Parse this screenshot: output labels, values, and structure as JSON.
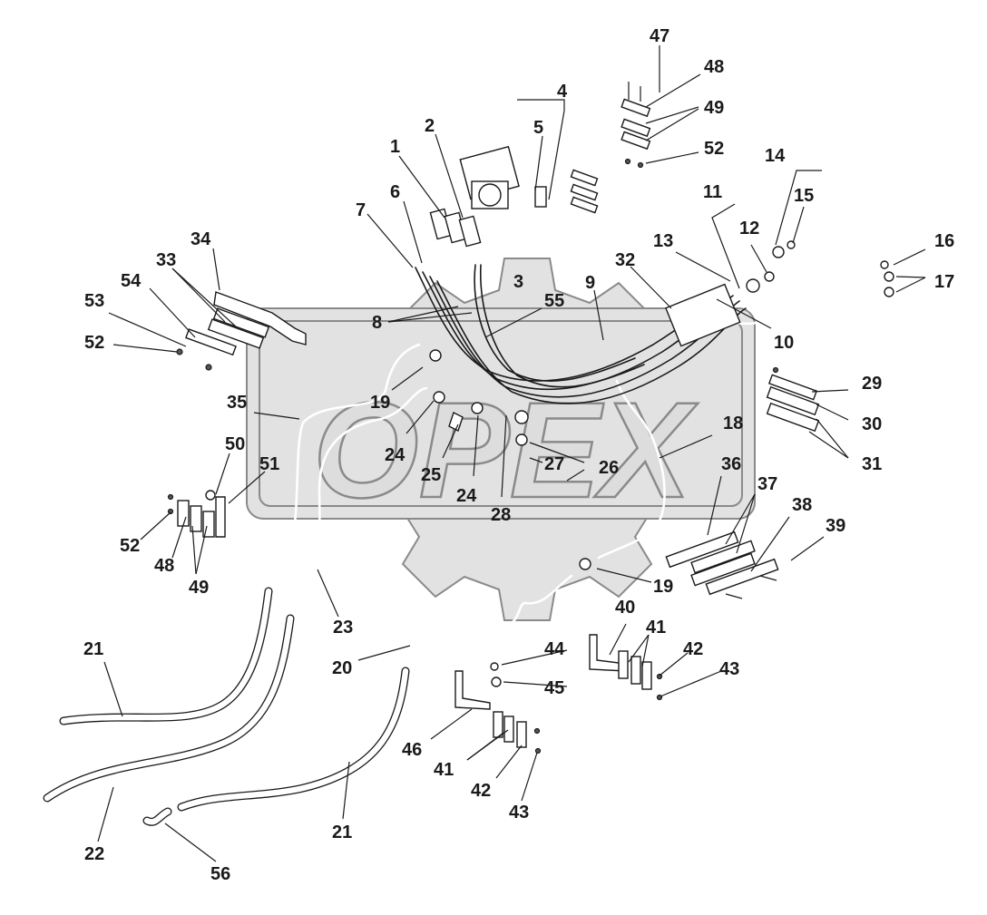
{
  "watermark": {
    "text": "OPEX"
  },
  "callouts": [
    {
      "id": "c1",
      "label": "1"
    },
    {
      "id": "c2",
      "label": "2"
    },
    {
      "id": "c3",
      "label": "3"
    },
    {
      "id": "c4",
      "label": "4"
    },
    {
      "id": "c5",
      "label": "5"
    },
    {
      "id": "c6",
      "label": "6"
    },
    {
      "id": "c7",
      "label": "7"
    },
    {
      "id": "c8",
      "label": "8"
    },
    {
      "id": "c9",
      "label": "9"
    },
    {
      "id": "c10",
      "label": "10"
    },
    {
      "id": "c11",
      "label": "11"
    },
    {
      "id": "c12",
      "label": "12"
    },
    {
      "id": "c13",
      "label": "13"
    },
    {
      "id": "c14",
      "label": "14"
    },
    {
      "id": "c15",
      "label": "15"
    },
    {
      "id": "c16",
      "label": "16"
    },
    {
      "id": "c17",
      "label": "17"
    },
    {
      "id": "c18",
      "label": "18"
    },
    {
      "id": "c19a",
      "label": "19"
    },
    {
      "id": "c19b",
      "label": "19"
    },
    {
      "id": "c20",
      "label": "20"
    },
    {
      "id": "c21a",
      "label": "21"
    },
    {
      "id": "c21b",
      "label": "21"
    },
    {
      "id": "c22",
      "label": "22"
    },
    {
      "id": "c23",
      "label": "23"
    },
    {
      "id": "c24a",
      "label": "24"
    },
    {
      "id": "c24b",
      "label": "24"
    },
    {
      "id": "c25",
      "label": "25"
    },
    {
      "id": "c26",
      "label": "26"
    },
    {
      "id": "c27",
      "label": "27"
    },
    {
      "id": "c28",
      "label": "28"
    },
    {
      "id": "c29",
      "label": "29"
    },
    {
      "id": "c30",
      "label": "30"
    },
    {
      "id": "c31",
      "label": "31"
    },
    {
      "id": "c32",
      "label": "32"
    },
    {
      "id": "c33",
      "label": "33"
    },
    {
      "id": "c34",
      "label": "34"
    },
    {
      "id": "c35",
      "label": "35"
    },
    {
      "id": "c36",
      "label": "36"
    },
    {
      "id": "c37",
      "label": "37"
    },
    {
      "id": "c38",
      "label": "38"
    },
    {
      "id": "c39",
      "label": "39"
    },
    {
      "id": "c40",
      "label": "40"
    },
    {
      "id": "c41a",
      "label": "41"
    },
    {
      "id": "c41b",
      "label": "41"
    },
    {
      "id": "c42a",
      "label": "42"
    },
    {
      "id": "c42b",
      "label": "42"
    },
    {
      "id": "c43a",
      "label": "43"
    },
    {
      "id": "c43b",
      "label": "43"
    },
    {
      "id": "c44",
      "label": "44"
    },
    {
      "id": "c45",
      "label": "45"
    },
    {
      "id": "c46",
      "label": "46"
    },
    {
      "id": "c47",
      "label": "47"
    },
    {
      "id": "c48a",
      "label": "48"
    },
    {
      "id": "c48b",
      "label": "48"
    },
    {
      "id": "c49a",
      "label": "49"
    },
    {
      "id": "c49b",
      "label": "49"
    },
    {
      "id": "c50",
      "label": "50"
    },
    {
      "id": "c51",
      "label": "51"
    },
    {
      "id": "c52a",
      "label": "52"
    },
    {
      "id": "c52b",
      "label": "52"
    },
    {
      "id": "c52c",
      "label": "52"
    },
    {
      "id": "c53",
      "label": "53"
    },
    {
      "id": "c54",
      "label": "54"
    },
    {
      "id": "c55",
      "label": "55"
    },
    {
      "id": "c56",
      "label": "56"
    }
  ]
}
